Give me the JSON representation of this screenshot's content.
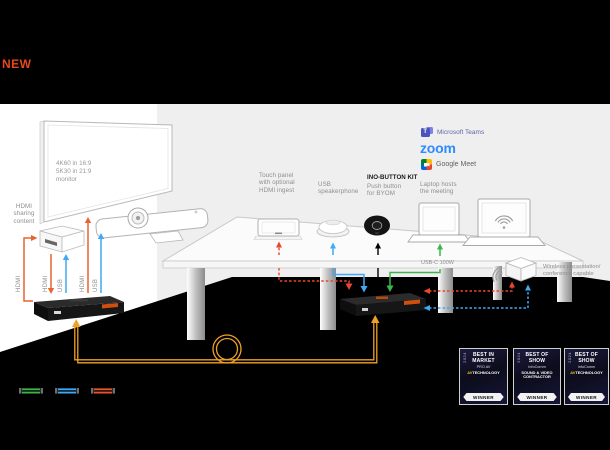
{
  "header": {
    "new_badge": "NEW"
  },
  "wall": {
    "monitor_caption": [
      "4K60 in 16:9",
      "5K30 in 21:9",
      "monitor"
    ],
    "hdmi_sharing_caption": [
      "HDMI",
      "sharing",
      "content"
    ]
  },
  "cable_labels": [
    "HDMI",
    "HDMI",
    "USB",
    "HDMI",
    "USB"
  ],
  "table": {
    "touch_panel_caption": [
      "Touch panel",
      "with optional",
      "HDMI ingest"
    ],
    "speakerphone_caption": [
      "USB",
      "speakerphone"
    ],
    "ino_button_title": "INO-BUTTON KIT",
    "ino_button_caption": [
      "Push button",
      "for BYOM"
    ],
    "laptop_caption": [
      "Laptop hosts",
      "the meeting"
    ],
    "usbc_label": "USB-C 100W"
  },
  "platforms": {
    "teams": "Microsoft Teams",
    "zoom": "zoom",
    "meet": "Google Meet"
  },
  "wireless_caption": [
    "Wireless presentation/",
    "conference capable"
  ],
  "colors": {
    "hdmi_orange": "#E8632F",
    "usb_blue": "#3FA9F5",
    "power_green": "#3CB54B",
    "wireless_red": "#E8472B",
    "cable_orange": "#F0A226",
    "new_accent": "#E8481C",
    "zoom_blue": "#2D8CFF"
  },
  "awards": [
    {
      "year": "2024",
      "heading": "BEST IN MARKET",
      "subheading": "PRO AV",
      "brand_prefix": "AV",
      "brand": "TECHNOLOGY",
      "ribbon": "WINNER"
    },
    {
      "year": "2024",
      "heading": "BEST OF SHOW",
      "subheading": "InfoComm",
      "brand_prefix": "",
      "brand": "SOUND & VIDEO CONTRACTOR",
      "ribbon": "WINNER"
    },
    {
      "year": "2024",
      "heading": "BEST OF SHOW",
      "subheading": "InfoComm",
      "brand_prefix": "AV",
      "brand": "TECHNOLOGY",
      "ribbon": "WINNER"
    }
  ]
}
